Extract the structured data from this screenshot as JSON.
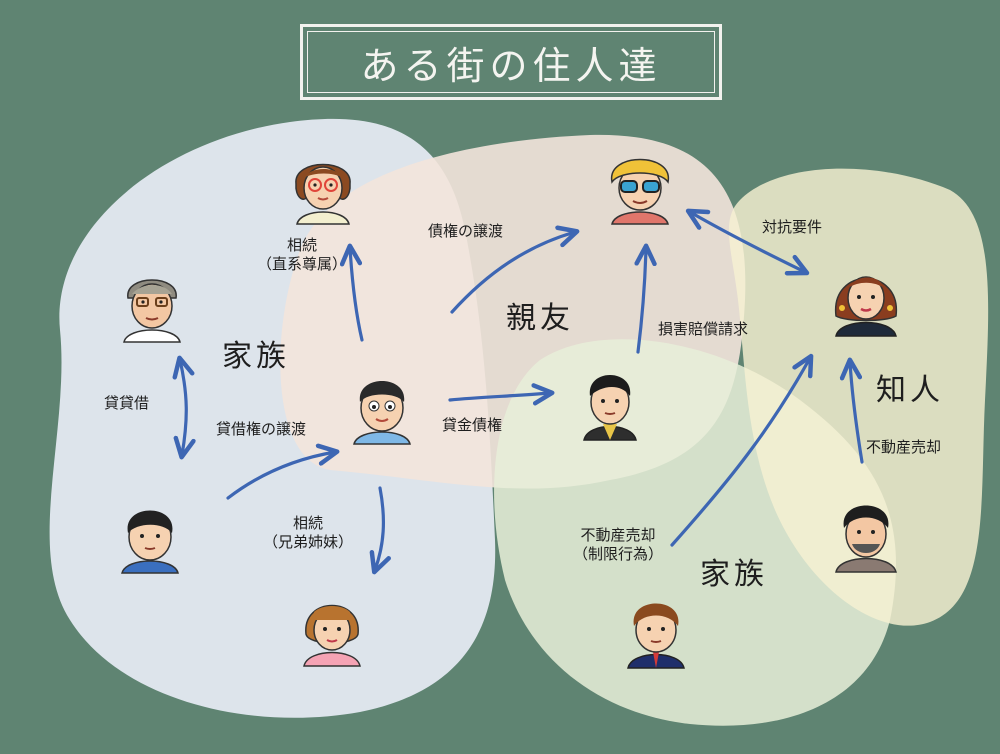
{
  "title": "ある街の住人達",
  "groups": {
    "family_left": "家族",
    "close_friends": "親友",
    "family_right": "家族",
    "acquaintances": "知人"
  },
  "relations": {
    "inherit_lineal": [
      "相続",
      "（直系尊属）"
    ],
    "claim_assignment_top": "債権の譲渡",
    "loan_lending": "貸貸借",
    "claim_assignment_left": "貸借権の譲渡",
    "loan_claim": "貸金債権",
    "damages_claim": "損害賠償請求",
    "perfection_requirement": "対抗要件",
    "inherit_siblings": [
      "相続",
      "（兄弟姉妹）"
    ],
    "real_estate_sale_limited": [
      "不動産売却",
      "（制限行為）"
    ],
    "real_estate_sale": "不動産売却"
  },
  "colors": {
    "background": "#5f8472",
    "family_left_blob": "#e6ecf4",
    "friends_blob": "#f3e4dc",
    "family_right_blob": "#e8efd8",
    "acquaintances_blob": "#f7f0d2",
    "arrow": "#3d66b3"
  },
  "characters": [
    "woman-with-red-glasses-icon",
    "elderly-man-with-glasses-icon",
    "central-man-blue-shirt-icon",
    "young-man-blue-shirt-icon",
    "girl-pink-dress-icon",
    "man-with-sunglasses-icon",
    "man-in-suit-icon",
    "woman-brown-hair-icon",
    "boy-school-uniform-icon",
    "bearded-man-icon"
  ]
}
